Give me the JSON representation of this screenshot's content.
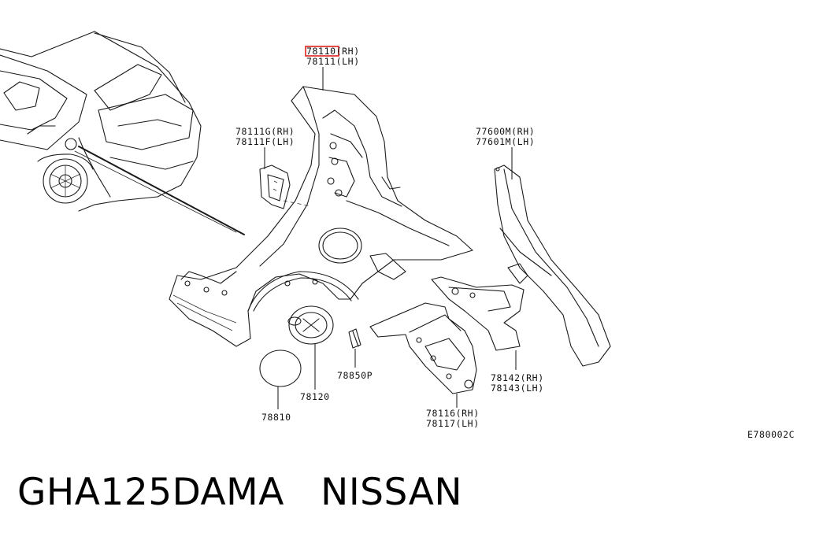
{
  "diagram_code": "E780002C",
  "caption": "GHA125DAMA   NISSAN",
  "highlight_color": "#e0201b",
  "parts": [
    {
      "id": "p78110",
      "rh": "78110",
      "rh_suffix": "(RH)",
      "lh": "78111(LH)",
      "highlighted": true
    },
    {
      "id": "p78111G",
      "rh": "78111G(RH)",
      "lh": "78111F(LH)"
    },
    {
      "id": "p77600M",
      "rh": "77600M(RH)",
      "lh": "77601M(LH)"
    },
    {
      "id": "p78142",
      "rh": "78142(RH)",
      "lh": "78143(LH)"
    },
    {
      "id": "p78116",
      "rh": "78116(RH)",
      "lh": "78117(LH)"
    },
    {
      "id": "p78850P",
      "single": "78850P"
    },
    {
      "id": "p78120",
      "single": "78120"
    },
    {
      "id": "p78810",
      "single": "78810"
    }
  ]
}
